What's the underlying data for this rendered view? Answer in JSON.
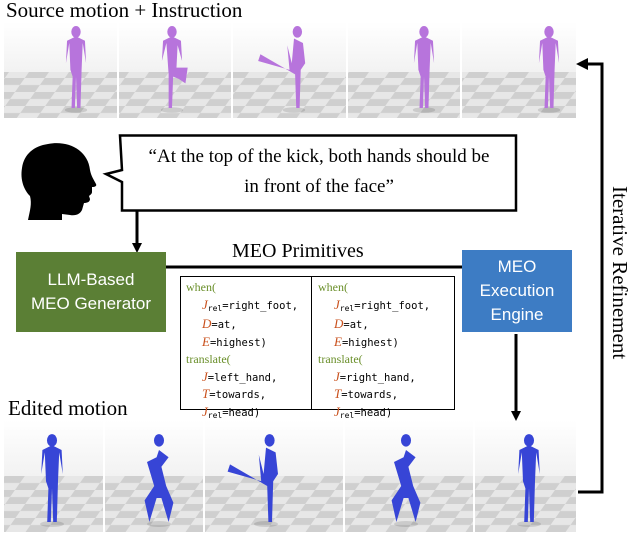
{
  "source_heading": "Source motion + Instruction",
  "edited_heading": "Edited motion",
  "instruction_text_line1": "“At the top of the kick, both hands should be",
  "instruction_text_line2": "in front of the face”",
  "llm_box": {
    "line1": "LLM-Based",
    "line2": "MEO Generator",
    "color": "#5b7f35"
  },
  "exec_box": {
    "line1": "MEO",
    "line2": "Execution",
    "line3": "Engine",
    "color": "#3d7cc4"
  },
  "primitives_label": "MEO Primitives",
  "refinement_label": "Iterative Refinement",
  "source_color": "#b774dc",
  "edited_color": "#3745d6",
  "code_left": {
    "when": "when(",
    "j_rel_label": "J",
    "j_rel_sub": "rel",
    "j_rel_val": "=right_foot,",
    "d_label": "D",
    "d_val": "=at,",
    "e_label": "E",
    "e_val": "=highest)",
    "translate": "translate(",
    "j_label": "J",
    "j_val": "=left_hand,",
    "t_label": "T",
    "t_val": "=towards,",
    "jr_label": "J",
    "jr_sub": "rel",
    "jr_val": "=head)"
  },
  "code_right": {
    "when": "when(",
    "j_rel_label": "J",
    "j_rel_sub": "rel",
    "j_rel_val": "=right_foot,",
    "d_label": "D",
    "d_val": "=at,",
    "e_label": "E",
    "e_val": "=highest)",
    "translate": "translate(",
    "j_label": "J",
    "j_val": "=right_hand,",
    "t_label": "T",
    "t_val": "=towards,",
    "jr_label": "J",
    "jr_sub": "rel",
    "jr_val": "=head)"
  }
}
